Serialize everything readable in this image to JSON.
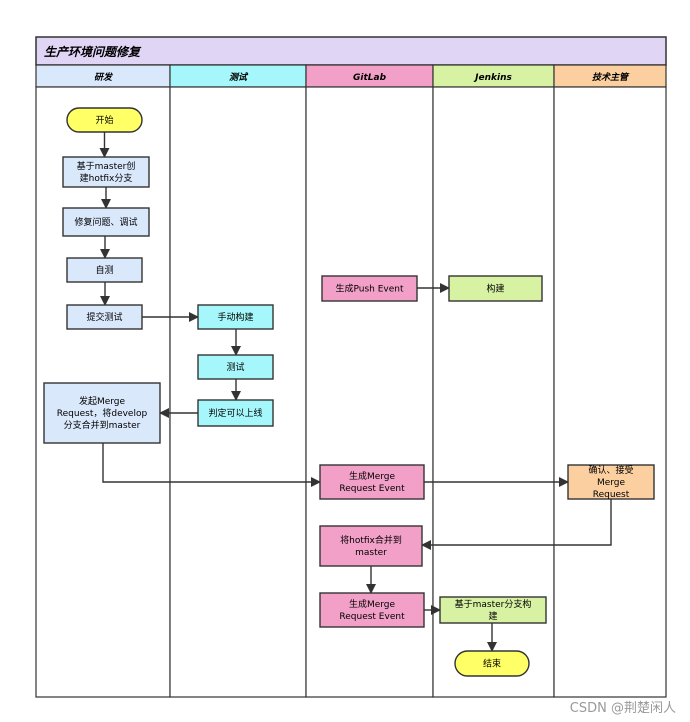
{
  "title": "生产环境问题修复",
  "lanes": [
    {
      "label": "研发",
      "color": "#dae8fc"
    },
    {
      "label": "测试",
      "color": "#a6f7fb"
    },
    {
      "label": "GitLab",
      "color": "#f2a0c8"
    },
    {
      "label": "Jenkins",
      "color": "#d8f2a4"
    },
    {
      "label": "技术主管",
      "color": "#fbcfa0"
    }
  ],
  "nodes": {
    "start": {
      "lines": [
        "开始"
      ],
      "shape": "terminal",
      "color": "#ffff66"
    },
    "create_branch": {
      "lines": [
        "基于master创",
        "建hotfix分支"
      ],
      "shape": "process",
      "color": "#dae8fc"
    },
    "fix_debug": {
      "lines": [
        "修复问题、调试"
      ],
      "shape": "process",
      "color": "#dae8fc"
    },
    "self_test": {
      "lines": [
        "自测"
      ],
      "shape": "process",
      "color": "#dae8fc"
    },
    "submit_test": {
      "lines": [
        "提交测试"
      ],
      "shape": "process",
      "color": "#dae8fc"
    },
    "manual_build": {
      "lines": [
        "手动构建"
      ],
      "shape": "process",
      "color": "#a6f7fb"
    },
    "test": {
      "lines": [
        "测试"
      ],
      "shape": "process",
      "color": "#a6f7fb"
    },
    "judge_release": {
      "lines": [
        "判定可以上线"
      ],
      "shape": "process",
      "color": "#a6f7fb"
    },
    "initiate_mr": {
      "lines": [
        "发起Merge",
        "Request，将develop",
        "分支合并到master"
      ],
      "shape": "process",
      "color": "#dae8fc"
    },
    "push_event": {
      "lines": [
        "生成Push Event"
      ],
      "shape": "process",
      "color": "#f2a0c8"
    },
    "build": {
      "lines": [
        "构建"
      ],
      "shape": "process",
      "color": "#d8f2a4"
    },
    "mr_event_1": {
      "lines": [
        "生成Merge",
        "Request Event"
      ],
      "shape": "process",
      "color": "#f2a0c8"
    },
    "confirm_accept": {
      "lines": [
        "确认、接受",
        "Merge",
        "Request"
      ],
      "shape": "process",
      "color": "#fbcfa0"
    },
    "merge_hotfix": {
      "lines": [
        "将hotfix合并到",
        "master"
      ],
      "shape": "process",
      "color": "#f2a0c8"
    },
    "mr_event_2": {
      "lines": [
        "生成Merge",
        "Request Event"
      ],
      "shape": "process",
      "color": "#f2a0c8"
    },
    "build_master": {
      "lines": [
        "基于master分支构",
        "建"
      ],
      "shape": "process",
      "color": "#d8f2a4"
    },
    "end": {
      "lines": [
        "结束"
      ],
      "shape": "terminal",
      "color": "#ffff66"
    }
  },
  "edges": [
    {
      "from": "start",
      "to": "create_branch"
    },
    {
      "from": "create_branch",
      "to": "fix_debug"
    },
    {
      "from": "fix_debug",
      "to": "self_test"
    },
    {
      "from": "self_test",
      "to": "submit_test"
    },
    {
      "from": "submit_test",
      "to": "manual_build"
    },
    {
      "from": "manual_build",
      "to": "test"
    },
    {
      "from": "test",
      "to": "judge_release"
    },
    {
      "from": "judge_release",
      "to": "initiate_mr"
    },
    {
      "from": "push_event",
      "to": "build"
    },
    {
      "from": "initiate_mr",
      "to": "mr_event_1"
    },
    {
      "from": "mr_event_1",
      "to": "confirm_accept"
    },
    {
      "from": "confirm_accept",
      "to": "merge_hotfix"
    },
    {
      "from": "merge_hotfix",
      "to": "mr_event_2"
    },
    {
      "from": "mr_event_2",
      "to": "build_master"
    },
    {
      "from": "build_master",
      "to": "end"
    }
  ],
  "colors": {
    "title_bg": "#e1d5f6",
    "border": "#333333",
    "line": "#333333"
  },
  "watermark": "CSDN @荆楚闲人"
}
